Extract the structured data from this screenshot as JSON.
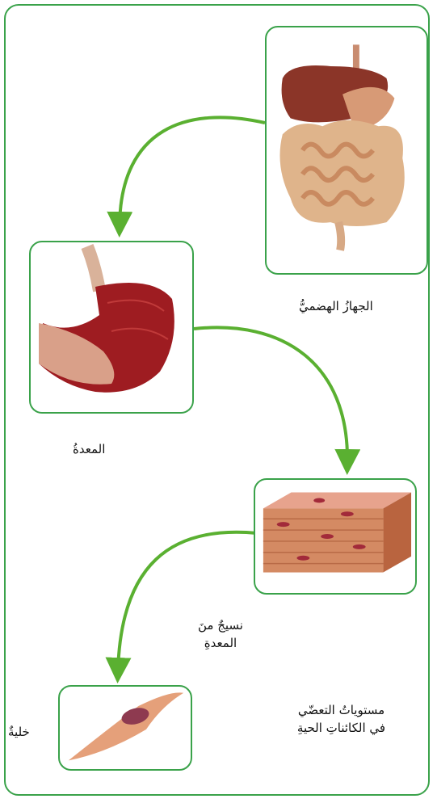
{
  "colors": {
    "frame": "#3aa24a",
    "arrow": "#5ab031"
  },
  "labels": {
    "digestive_system": "الجهازُ الهضميُّ",
    "stomach": "المعدةُ",
    "tissue_line1": "نسيجٌ منَ",
    "tissue_line2": "المعدةِ",
    "cell": "خليةٌ",
    "title_line1": "مستوياتُ التعضّي",
    "title_line2": "في الكائناتِ الحيةِ"
  },
  "icons": [
    "digestive-system-illustration",
    "stomach-illustration",
    "muscle-tissue-illustration",
    "smooth-muscle-cell-illustration"
  ]
}
